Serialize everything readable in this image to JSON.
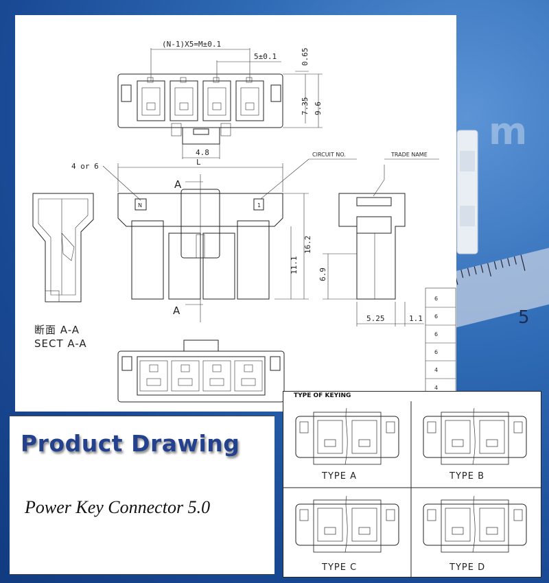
{
  "drawing": {
    "dims": {
      "pitch_formula": "(N-1)X5=M±0.1",
      "pitch": "5±0.1",
      "d065": "0.65",
      "d735": "7.35",
      "d96": "9.6",
      "d48": "4.8",
      "L": "L",
      "d162": "16.2",
      "d111": "11.1",
      "d69": "6.9",
      "d525": "5.25",
      "d11": "1.1"
    },
    "labels": {
      "four_or_six": "4 or 6",
      "circuit_no": "CIRCUIT NO.",
      "trade_name": "TRADE NAME",
      "marker_n": "N",
      "marker_1": "1",
      "section_a_top": "A",
      "section_a_bottom": "A",
      "sect_cn": "断面 A-A",
      "sect_en": "SECT A-A",
      "circuit_digit": "1"
    },
    "side_table": [
      "6",
      "6",
      "6",
      "6",
      "4",
      "4"
    ]
  },
  "title": {
    "main": "Product Drawing",
    "sub": "Power Key Connector 5.0"
  },
  "keying": {
    "caption": "TYPE OF KEYING",
    "types": [
      "TYPE A",
      "TYPE B",
      "TYPE C",
      "TYPE D"
    ]
  },
  "photo": {
    "ruler_digit": "5",
    "watermark": "m"
  },
  "colors": {
    "title_blue": "#24418e",
    "background_blue": "#2f6bb6"
  }
}
